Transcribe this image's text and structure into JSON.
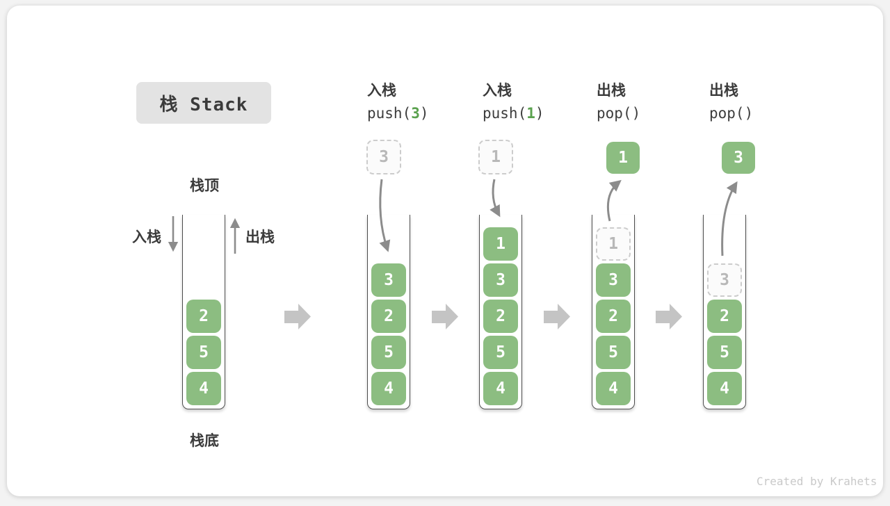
{
  "title": "栈 Stack",
  "diagram_labels": {
    "stack_top": "栈顶",
    "stack_bottom": "栈底",
    "push_label": "入栈",
    "pop_label": "出栈"
  },
  "operations": [
    {
      "action": "入栈",
      "code_prefix": "push(",
      "code_arg": "3",
      "code_suffix": ")"
    },
    {
      "action": "入栈",
      "code_prefix": "push(",
      "code_arg": "1",
      "code_suffix": ")"
    },
    {
      "action": "出栈",
      "code_prefix": "pop(",
      "code_arg": "",
      "code_suffix": ")"
    },
    {
      "action": "出栈",
      "code_prefix": "pop(",
      "code_arg": "",
      "code_suffix": ")"
    }
  ],
  "stacks": [
    {
      "blocks": [
        "2",
        "5",
        "4"
      ]
    },
    {
      "incoming_value": "3",
      "blocks": [
        "3",
        "2",
        "5",
        "4"
      ]
    },
    {
      "incoming_value": "1",
      "blocks": [
        "1",
        "3",
        "2",
        "5",
        "4"
      ]
    },
    {
      "outgoing_value": "1",
      "ghost_value": "1",
      "blocks": [
        "3",
        "2",
        "5",
        "4"
      ]
    },
    {
      "outgoing_value": "3",
      "ghost_value": "3",
      "blocks": [
        "2",
        "5",
        "4"
      ]
    }
  ],
  "watermark": "Created by Krahets",
  "colors": {
    "block_green": "#8cbd81",
    "code_arg_green": "#5aa14e",
    "arrow_gray": "#8c8c8c",
    "block_arrow_gray": "#c4c4c4",
    "ghost_border": "#cccccc",
    "ghost_text": "#b8b8b8",
    "title_bg": "#e3e3e3",
    "text_dark": "#3b3b3b"
  }
}
